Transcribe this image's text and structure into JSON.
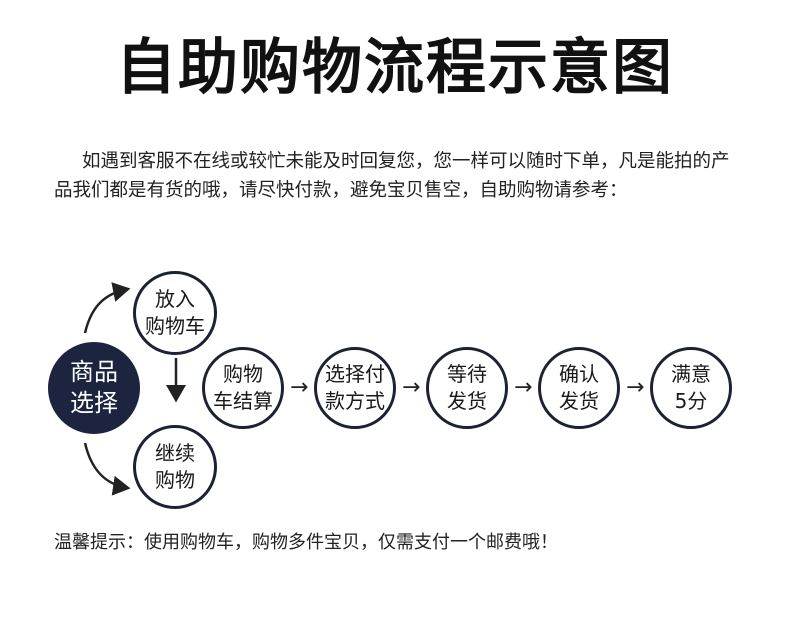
{
  "title": "自助购物流程示意图",
  "intro": "如遇到客服不在线或较忙未能及时回复您，您一样可以随时下单，凡是能拍的产品我们都是有货的哦，请尽快付款，避免宝贝售空，自助购物请参考：",
  "nodes": {
    "start": "商品\n选择",
    "add_cart": "放入\n购物车",
    "continue": "继续\n购物",
    "checkout": "购物\n车结算",
    "payment": "选择付\n款方式",
    "wait": "等待\n发货",
    "confirm": "确认\n发货",
    "rating": "满意\n5分"
  },
  "connector": "→",
  "tip": "温馨提示：使用购物车，购物多件宝贝，仅需支付一个邮费哦！"
}
